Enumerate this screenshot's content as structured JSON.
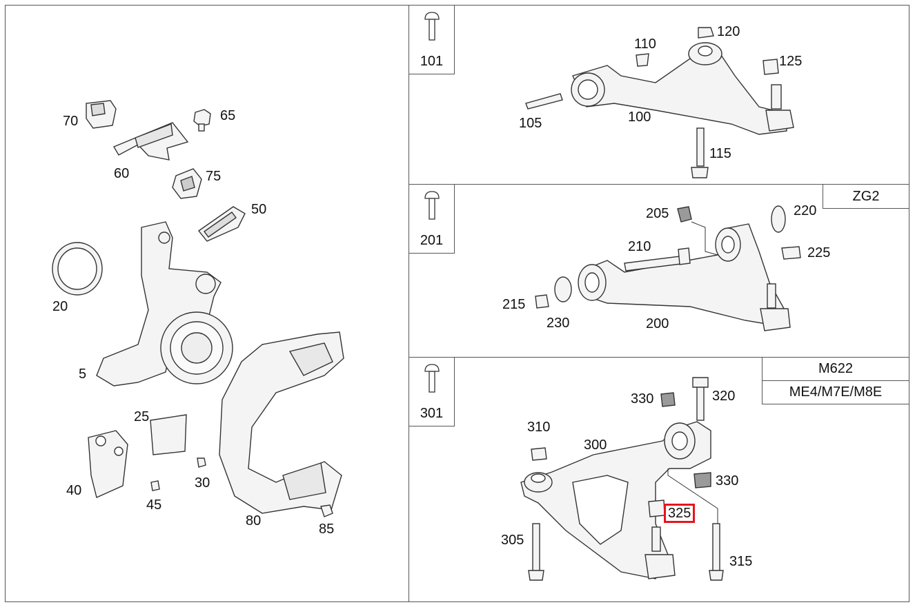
{
  "colors": {
    "highlight": "#e8141c",
    "line": "#555555",
    "part_fill": "#f2f2f2",
    "part_dark": "#8a8a8a"
  },
  "highlighted_label": "325",
  "left_panel": {
    "labels": [
      "70",
      "65",
      "60",
      "75",
      "50",
      "20",
      "5",
      "25",
      "40",
      "30",
      "45",
      "80",
      "85"
    ]
  },
  "panel_101": {
    "icon_label": "101",
    "labels": [
      "110",
      "120",
      "125",
      "105",
      "100",
      "115"
    ]
  },
  "panel_201": {
    "icon_label": "201",
    "variant": "ZG2",
    "labels": [
      "205",
      "220",
      "210",
      "225",
      "215",
      "230",
      "200"
    ]
  },
  "panel_301": {
    "icon_label": "301",
    "variant_1": "M622",
    "variant_2": "ME4/M7E/M8E",
    "labels": [
      "330",
      "320",
      "310",
      "300",
      "330",
      "325",
      "305",
      "315"
    ]
  }
}
